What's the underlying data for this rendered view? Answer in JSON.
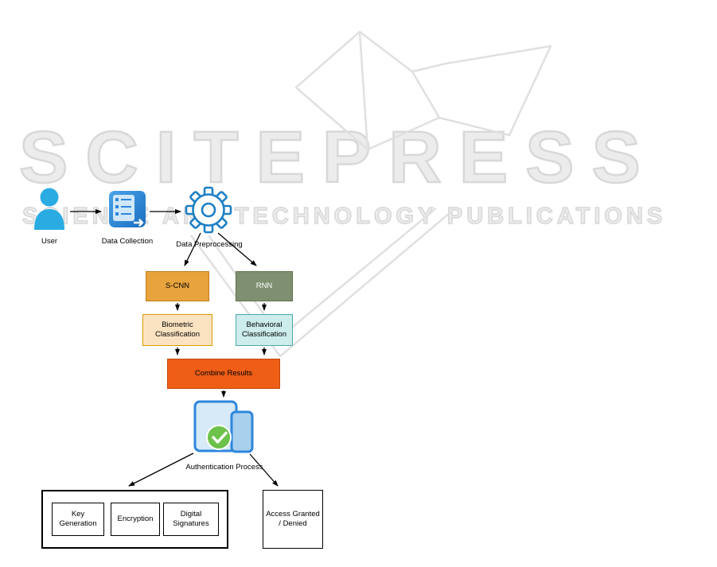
{
  "watermark": {
    "title": "SCITEPRESS",
    "subtitle": "SCIENCE AND TECHNOLOGY PUBLICATIONS"
  },
  "flow": {
    "user": "User",
    "data_collection": "Data Collection",
    "data_preprocessing": "Data Preprocessing",
    "scnn": "S-CNN",
    "rnn": "RNN",
    "biometric_classification": "Biometric Classification",
    "behavioral_classification": "Behavioral Classification",
    "combine_results": "Combine Results",
    "authentication_process": "Authentication Process",
    "key_generation": "Key Generation",
    "encryption": "Encryption",
    "digital_signatures": "Digital Signatures",
    "access_granted_denied": "Access Granted / Denied"
  },
  "colors": {
    "user_icon": "#2AACE3",
    "data_collection_icon": "#2E86DE",
    "gear_outline": "#1F7FC4",
    "scnn_fill": "#E8A33D",
    "scnn_border": "#BE7E1C",
    "rnn_fill": "#7F9070",
    "rnn_border": "#60714F",
    "biometric_fill": "#FBE3C2",
    "biometric_border": "#D79B00",
    "behavioral_fill": "#CDECEC",
    "behavioral_border": "#4AA8A8",
    "combine_fill": "#EE5E16",
    "combine_border": "#BF4A0E",
    "device_blue": "#2E86DE",
    "check_green": "#6CC24A",
    "watermark_gray": "#D8D8D8"
  }
}
